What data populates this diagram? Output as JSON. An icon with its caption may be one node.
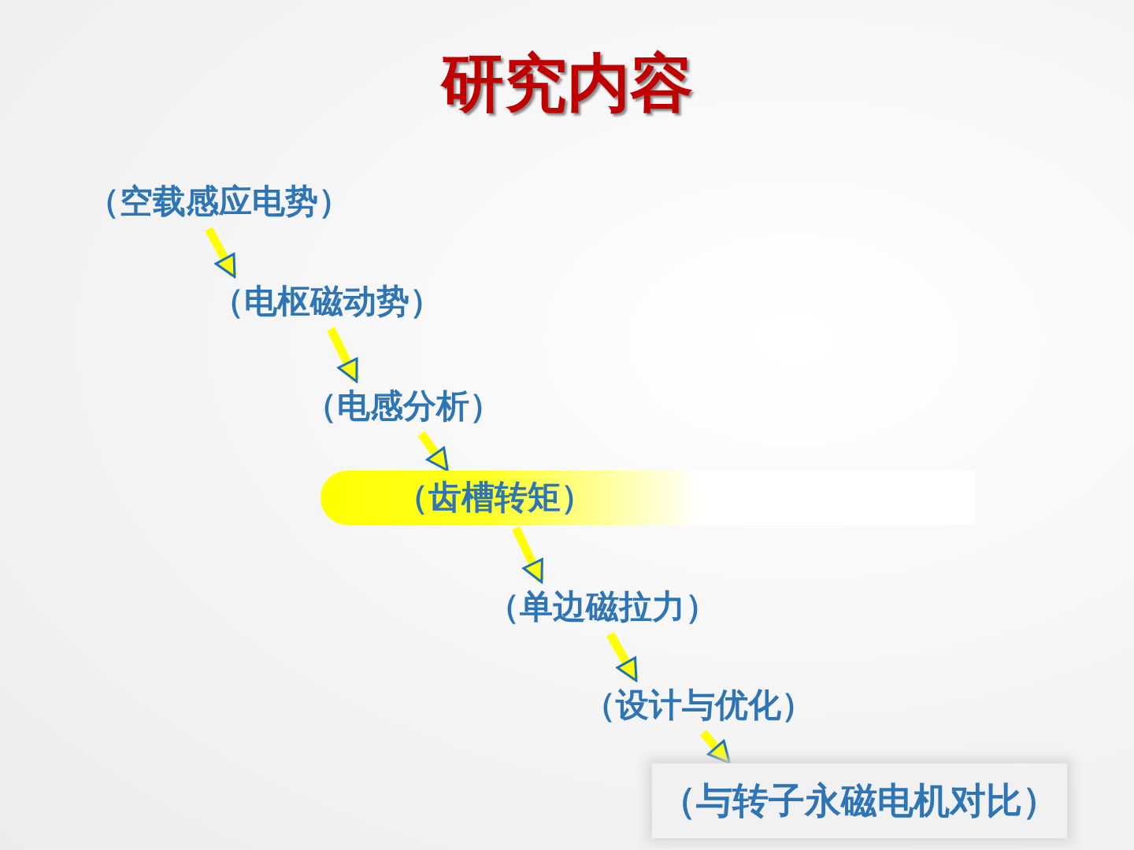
{
  "diagram": {
    "title": "研究内容",
    "nodes": [
      {
        "text": [
          "（空载感应电势）"
        ]
      },
      {
        "text": [
          "（电枢磁动势）"
        ]
      },
      {
        "text": [
          "（电感分析）"
        ]
      },
      {
        "text": [
          "（齿槽转矩）"
        ]
      },
      {
        "text": [
          "（单边磁拉力）"
        ]
      },
      {
        "text": [
          "（设计与优化）"
        ]
      },
      {
        "text": [
          "（与转子永磁电机对比）"
        ]
      }
    ],
    "edges": [
      {
        "from": 0,
        "to": 1,
        "arrow": "to"
      },
      {
        "from": 1,
        "to": 2,
        "arrow": "to"
      },
      {
        "from": 2,
        "to": 3,
        "arrow": "to"
      },
      {
        "from": 3,
        "to": 4,
        "arrow": "to"
      },
      {
        "from": 4,
        "to": 5,
        "arrow": "to"
      },
      {
        "from": 5,
        "to": 6,
        "arrow": "to"
      }
    ]
  }
}
